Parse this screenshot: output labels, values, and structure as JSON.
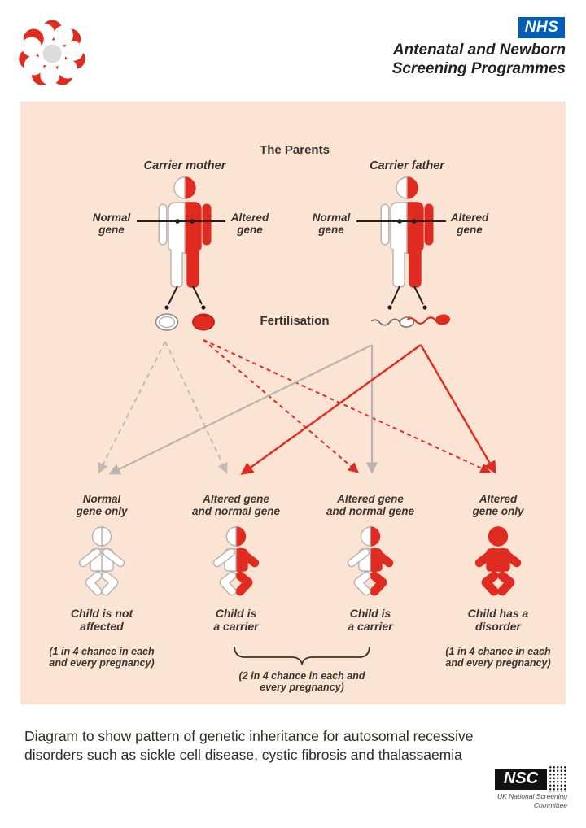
{
  "header": {
    "nhs_logo": "NHS",
    "programme_line1": "Antenatal and Newborn",
    "programme_line2": "Screening Programmes"
  },
  "diagram": {
    "title": "The Parents",
    "fertilisation_label": "Fertilisation",
    "mother": {
      "label": "Carrier mother",
      "left_gene": "Normal\ngene",
      "right_gene": "Altered\ngene"
    },
    "father": {
      "label": "Carrier father",
      "left_gene": "Normal\ngene",
      "right_gene": "Altered\ngene"
    },
    "children": [
      {
        "gene_label": "Normal\ngene only",
        "status": "Child is not\naffected",
        "chance": "(1 in 4 chance in each\nand every pregnancy)"
      },
      {
        "gene_label": "Altered gene\nand normal gene",
        "status": "Child is\na carrier"
      },
      {
        "gene_label": "Altered gene\nand normal gene",
        "status": "Child is\na carrier"
      },
      {
        "gene_label": "Altered\ngene only",
        "status": "Child has a\ndisorder",
        "chance": "(1 in 4 chance in each\nand every pregnancy)"
      }
    ],
    "middle_chance": "(2 in 4 chance in each and\nevery pregnancy)"
  },
  "caption": "Diagram to show pattern of genetic inheritance for autosomal recessive disorders such as sickle cell disease, cystic fibrosis and thalassaemia",
  "footer_logo": {
    "acronym": "NSC",
    "name_line1": "UK National Screening",
    "name_line2": "Committee"
  },
  "colors": {
    "accent_red": "#e02b20",
    "outline_gray": "#b9b4b0",
    "panel_background": "#fbe4d4",
    "nhs_blue": "#005eb8",
    "text": "#3a3330"
  }
}
